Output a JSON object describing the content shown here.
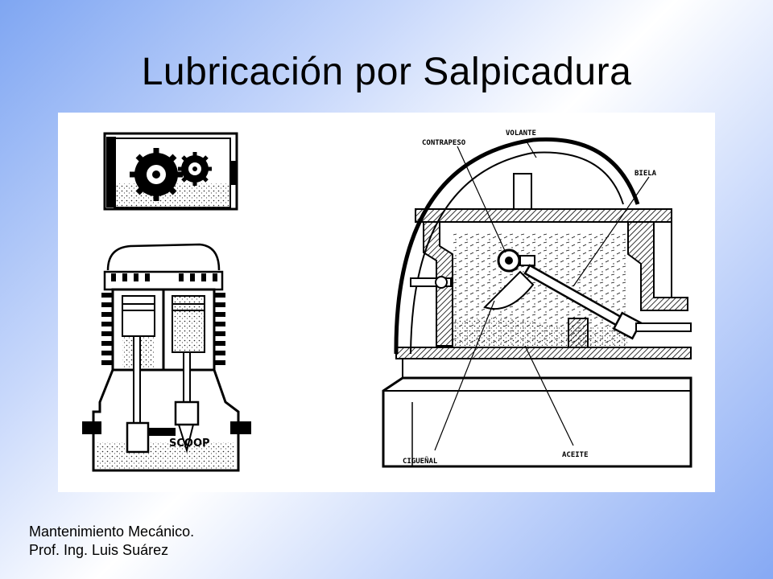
{
  "slide": {
    "title": "Lubricación por Salpicadura",
    "footer_line1": "Mantenimiento Mecánico.",
    "footer_line2": "Prof. Ing. Luis Suárez"
  },
  "diagram": {
    "labels": {
      "contrapeso": "CONTRAPESO",
      "volante": "VOLANTE",
      "biela": "BIELA",
      "ciguenal": "CIGUEÑAL",
      "aceite": "ACEITE",
      "scoop": "SCOOP"
    }
  }
}
